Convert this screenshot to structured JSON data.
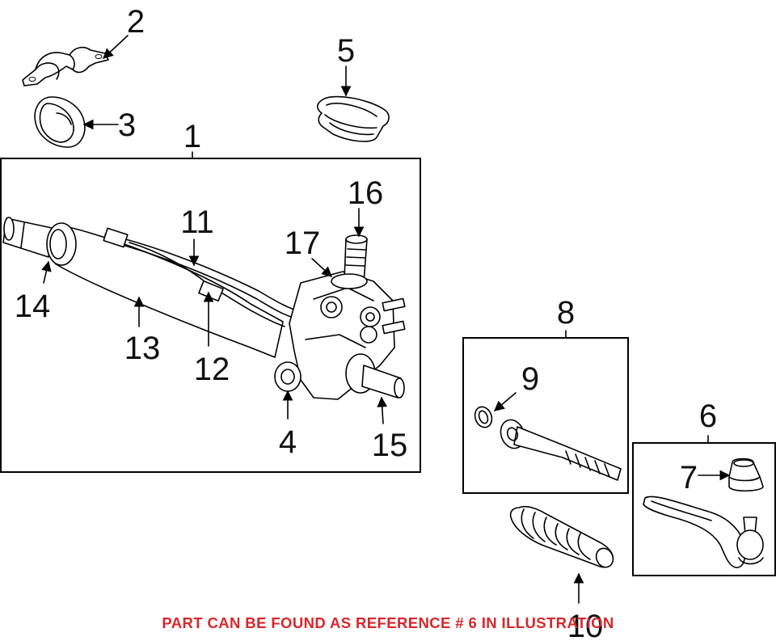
{
  "callouts": {
    "n1": "1",
    "n2": "2",
    "n3": "3",
    "n4": "4",
    "n5": "5",
    "n6": "6",
    "n7": "7",
    "n8": "8",
    "n9": "9",
    "n10": "10",
    "n11": "11",
    "n12": "12",
    "n13": "13",
    "n14": "14",
    "n15": "15",
    "n16": "16",
    "n17": "17"
  },
  "footer": {
    "text": "PART CAN BE FOUND AS REFERENCE # 6 IN ILLUSTRATION",
    "color": "#d8262b"
  }
}
